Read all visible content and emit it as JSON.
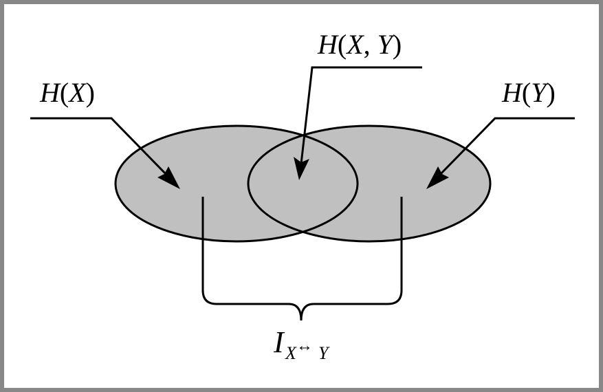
{
  "labels": {
    "hx": {
      "fn": "H",
      "arg": "X"
    },
    "hy": {
      "fn": "H",
      "arg": "Y"
    },
    "hxy": {
      "fn": "H",
      "arg1": "X",
      "arg2": "Y"
    },
    "mutual": {
      "symbol": "I",
      "sub_left": "X",
      "sub_arrow": "↔",
      "sub_right": "Y"
    }
  },
  "colors": {
    "ellipse_fill": "#c0c0c0",
    "ellipse_stroke": "#000000",
    "frame": "#888888",
    "line": "#000000"
  }
}
